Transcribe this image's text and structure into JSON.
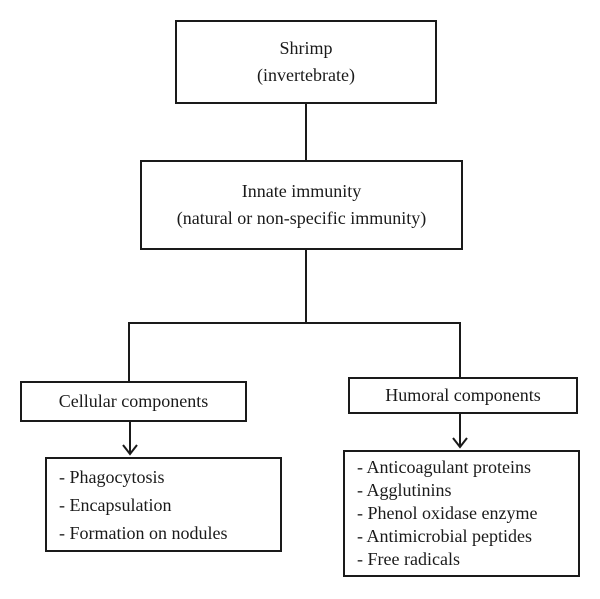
{
  "diagram": {
    "nodes": {
      "shrimp": {
        "line1": "Shrimp",
        "line2": "(invertebrate)"
      },
      "innate": {
        "line1": "Innate immunity",
        "line2": "(natural or non-specific immunity)"
      },
      "cellular": {
        "label": "Cellular components"
      },
      "humoral": {
        "label": "Humoral components"
      },
      "cellular_list": {
        "items": [
          "- Phagocytosis",
          "- Encapsulation",
          "- Formation on nodules"
        ]
      },
      "humoral_list": {
        "items": [
          "- Anticoagulant proteins",
          "- Agglutinins",
          "- Phenol oxidase enzyme",
          "- Antimicrobial peptides",
          "- Free radicals"
        ]
      }
    },
    "colors": {
      "line": "#1a1a1a",
      "text": "#1a1a1a",
      "background": "#ffffff"
    }
  }
}
